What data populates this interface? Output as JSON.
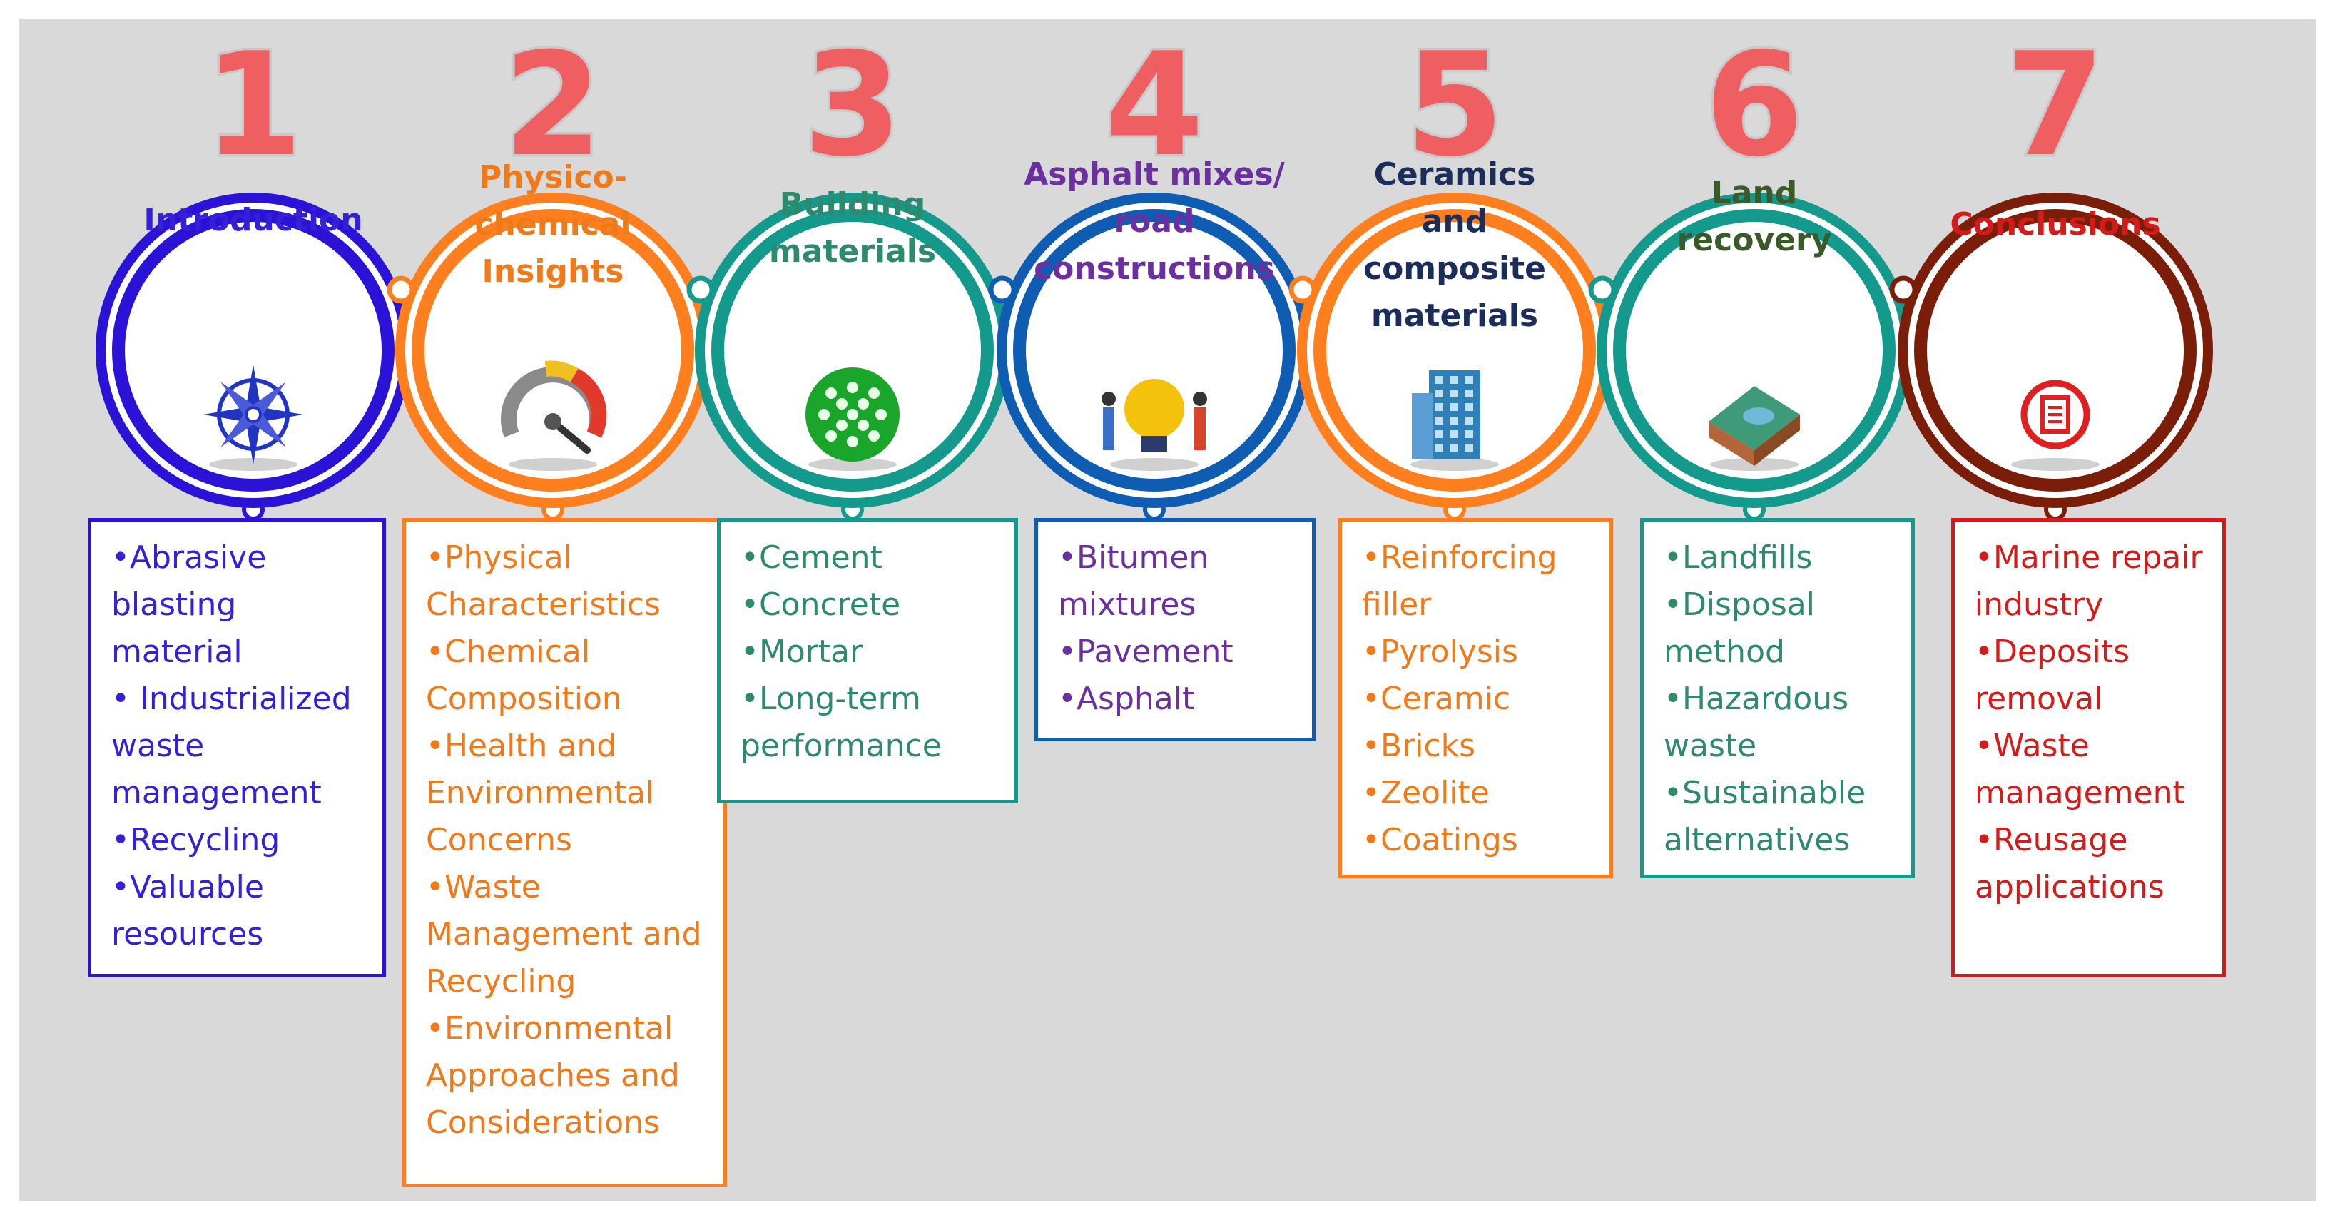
{
  "steps": [
    {
      "number": "1",
      "color": "#2a12d6",
      "title_color": "#3320d8",
      "title": "Introduction",
      "icon": "compass-icon",
      "items": [
        "•Abrasive blasting material",
        "• Industrialized waste management",
        "•Recycling",
        "•Valuable resources"
      ]
    },
    {
      "number": "2",
      "color": "#ff7f1e",
      "title_color": "#f07a1a",
      "title": "Physico-chemical Insights",
      "icon": "gauge-icon",
      "items": [
        "•Physical Characteristics",
        "•Chemical Composition",
        "•Health and Environmental Concerns",
        "•Waste Management and Recycling",
        "•Environmental Approaches and Considerations"
      ]
    },
    {
      "number": "3",
      "color": "#139a8c",
      "title_color": "#2e8a6c",
      "title": "Building materials",
      "icon": "cell-structure-icon",
      "items": [
        "•Cement",
        "•Concrete",
        "•Mortar",
        "•Long-term performance"
      ]
    },
    {
      "number": "4",
      "color": "#0f5db3",
      "title_color": "#6b2fa0",
      "title": "Asphalt mixes/ road constructions",
      "icon": "ideas-lightbulb-icon",
      "items": [
        "•Bitumen mixtures",
        "•Pavement",
        "•Asphalt"
      ]
    },
    {
      "number": "5",
      "color": "#ff7f1e",
      "title_color": "#1b2d5a",
      "title": "Ceramics and composite materials",
      "icon": "building-icon",
      "items": [
        "•Reinforcing filler",
        "•Pyrolysis",
        "•Ceramic",
        "•Bricks",
        "•Zeolite",
        "•Coatings"
      ]
    },
    {
      "number": "6",
      "color": "#139a8c",
      "title_color": "#3a5a2a",
      "title": "Land recovery",
      "icon": "terrain-icon",
      "items": [
        "•Landfills",
        "•Disposal method",
        "•Hazardous waste",
        "•Sustainable alternatives"
      ]
    },
    {
      "number": "7",
      "color": "#7a1e0a",
      "title_color": "#d51a1a",
      "title": "Conclusions",
      "icon": "document-icon",
      "items": [
        "•Marine repair industry",
        "•Deposits removal",
        "•Waste management",
        "•Reusage applications"
      ]
    }
  ]
}
